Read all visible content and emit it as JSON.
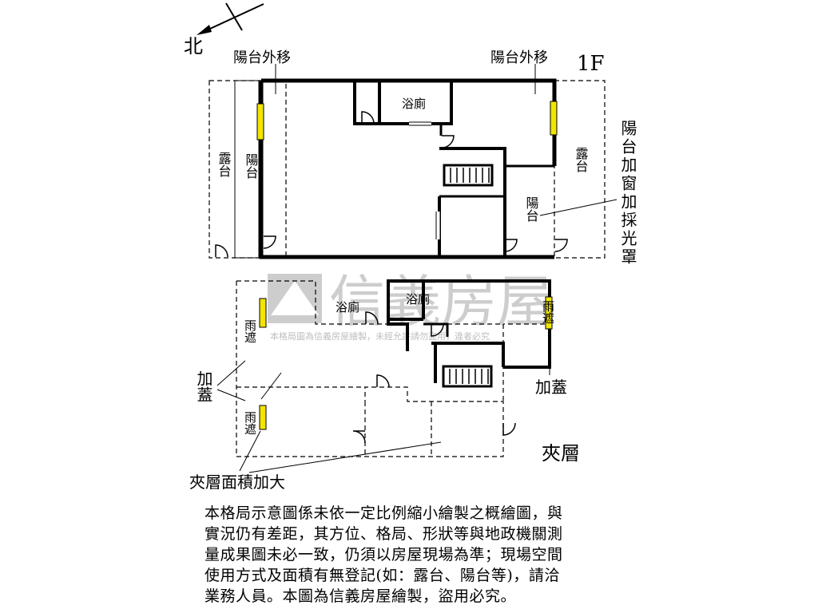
{
  "compass": {
    "north": "北"
  },
  "floor1": {
    "title": "1F",
    "balcony_move_left": "陽台外移",
    "balcony_move_right": "陽台外移",
    "terrace": "露台",
    "balcony": "陽台",
    "bathroom": "浴廁",
    "terrace_right": "露台",
    "balcony_right": "陽台",
    "balcony_window_note": "陽台加窗加採光罩"
  },
  "mezzanine": {
    "title": "夾層",
    "bathroom_1": "浴廁",
    "bathroom_2": "浴廁",
    "canopy_1": "雨遮",
    "canopy_2": "雨遮",
    "canopy_3": "雨遮",
    "addition_left": "加蓋",
    "addition_right": "加蓋",
    "area_enlarged": "夾層面積加大"
  },
  "watermark": {
    "brand": "信義房屋",
    "notice": "本格局圖為信義房屋繪製，未經允許請勿盜用，違者必究"
  },
  "disclaimer": [
    "本格局示意圖係未依一定比例縮小繪製之概繪圖，與",
    "實況仍有差距，其方位、格局、形狀等與地政機關測",
    "量成果圖未必一致，仍須以房屋現場為準；現場空間",
    "使用方式及面積有無登記(如：露台、陽台等)，請洽",
    "業務人員。本圖為信義房屋繪製，盜用必究。"
  ],
  "colors": {
    "window": "#f2e600",
    "wall": "#000000",
    "watermark": "#c8c8c8"
  }
}
